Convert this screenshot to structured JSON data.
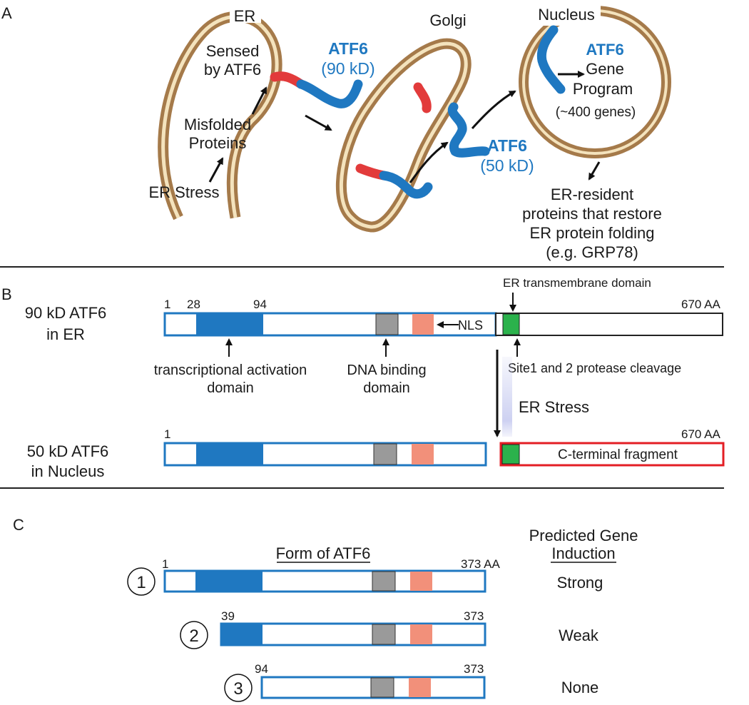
{
  "colors": {
    "membrane_outer": "#a57a4a",
    "membrane_inner": "#f4e3bd",
    "atf6_blue": "#1f78c1",
    "atf6_red": "#e23b3b",
    "dna_binding_gray": "#9a9a9a",
    "nls_salmon": "#f2907a",
    "tm_green": "#2bb24c",
    "c_terminal_red": "#e31e24",
    "divider": "#222222"
  },
  "panel_a": {
    "letter": "A",
    "er_label": "ER",
    "golgi_label": "Golgi",
    "nucleus_label": "Nucleus",
    "sensed_line1": "Sensed",
    "sensed_line2": "by ATF6",
    "atf6_90_name": "ATF6",
    "atf6_90_size": "(90 kD)",
    "misfolded_line1": "Misfolded",
    "misfolded_line2": "Proteins",
    "er_stress": "ER Stress",
    "atf6_50_name": "ATF6",
    "atf6_50_size": "(50 kD)",
    "nucleus_atf6": "ATF6",
    "gene_line1": "Gene",
    "gene_line2": "Program",
    "genes_count": "(~400 genes)",
    "outcome_line1": "ER-resident",
    "outcome_line2": "proteins that restore",
    "outcome_line3": "ER protein folding",
    "outcome_line4": "(e.g. GRP78)"
  },
  "panel_b": {
    "letter": "B",
    "row1_line1": "90 kD ATF6",
    "row1_line2": "in ER",
    "row2_line1": "50 kD ATF6",
    "row2_line2": "in Nucleus",
    "pos_1": "1",
    "pos_28": "28",
    "pos_94": "94",
    "pos_670": "670 AA",
    "pos_1_b": "1",
    "pos_670_b": "670 AA",
    "tm_domain": "ER transmembrane domain",
    "nls": "NLS",
    "activation_line1": "transcriptional activation",
    "activation_line2": "domain",
    "dna_line1": "DNA binding",
    "dna_line2": "domain",
    "cleavage": "Site1 and 2 protease cleavage",
    "er_stress": "ER Stress",
    "c_terminal": "C-terminal fragment"
  },
  "panel_c": {
    "letter": "C",
    "form_header": "Form of ATF6",
    "induction_line1": "Predicted Gene",
    "induction_line2": "Induction",
    "rows": [
      {
        "num": "1",
        "start": "1",
        "end": "373 AA",
        "induction": "Strong"
      },
      {
        "num": "2",
        "start": "39",
        "end": "373",
        "induction": "Weak"
      },
      {
        "num": "3",
        "start": "94",
        "end": "373",
        "induction": "None"
      }
    ]
  }
}
